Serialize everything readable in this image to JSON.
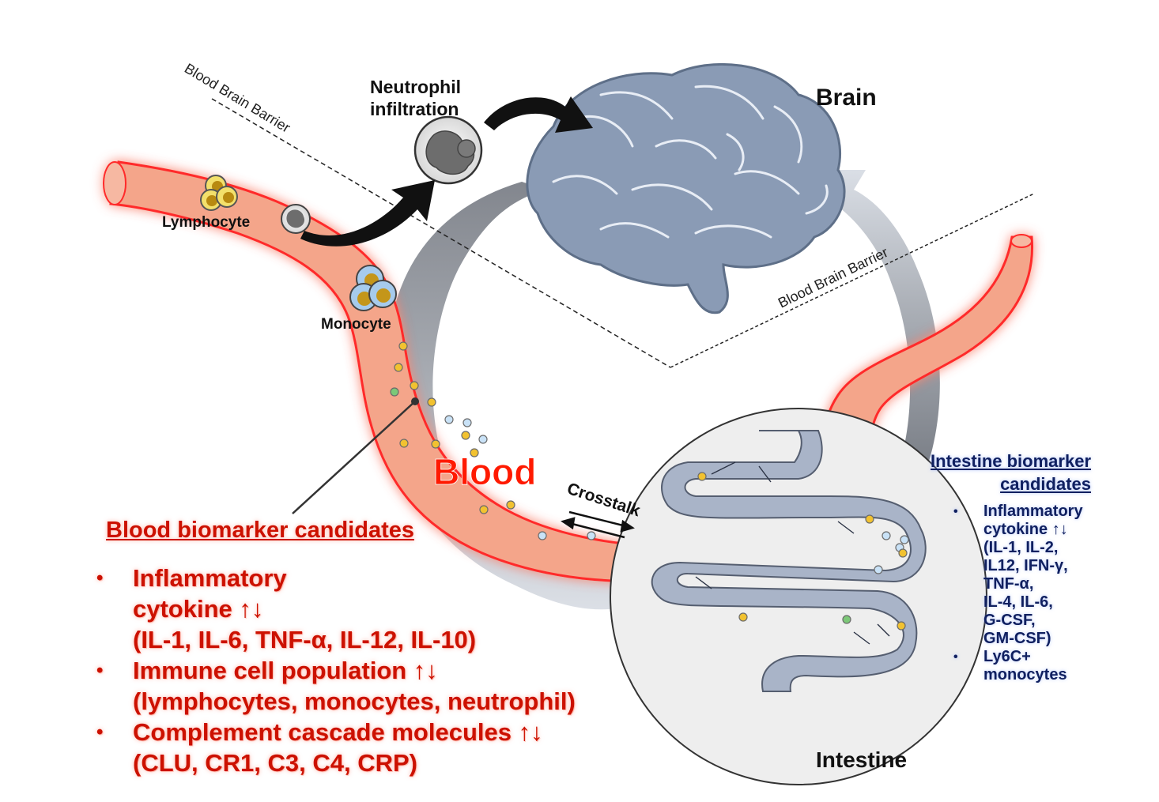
{
  "labels": {
    "bbb_top": "Blood Brain Barrier",
    "bbb_right": "Blood Brain Barrier",
    "neutrophil_line1": "Neutrophil",
    "neutrophil_line2": "infiltration",
    "brain": "Brain",
    "lymphocyte": "Lymphocyte",
    "monocyte": "Monocyte",
    "blood": "Blood",
    "crosstalk": "Crosstalk",
    "intestine": "Intestine"
  },
  "blood_biomarkers": {
    "heading": "Blood biomarker candidates",
    "items": [
      {
        "bullet": "•",
        "lines": [
          "Inflammatory",
          "cytokine ↑↓",
          "(IL-1, IL-6, TNF-α, IL-12, IL-10)"
        ]
      },
      {
        "bullet": "•",
        "lines": [
          "Immune cell population ↑↓",
          "(lymphocytes, monocytes, neutrophil)"
        ]
      },
      {
        "bullet": "•",
        "lines": [
          "Complement cascade molecules ↑↓",
          "(CLU, CR1, C3, C4, CRP)"
        ]
      }
    ]
  },
  "intestine_biomarkers": {
    "heading_line1": "Intestine biomarker",
    "heading_line2": "candidates",
    "items": [
      {
        "bullet": "•",
        "lines": [
          "Inflammatory",
          "cytokine ↑↓",
          "(IL-1, IL-2,",
          "IL12, IFN-γ,",
          "TNF-α,",
          "IL-4, IL-6,",
          "G-CSF,",
          "GM-CSF)"
        ]
      },
      {
        "bullet": "•",
        "lines": [
          "Ly6C+",
          "monocytes"
        ]
      }
    ]
  },
  "colors": {
    "vessel_fill": "#f4a58a",
    "vessel_glow": "#ff2a2a",
    "brain_fill": "#8a9bb5",
    "intestine_fill": "#a9b4c8",
    "blood_text": "#ff1a00",
    "list_red": "#cc1100",
    "list_blue": "#102060",
    "cytokine_yellow": "#f2c230",
    "cytokine_blue": "#c9e2f7",
    "cytokine_green": "#7cc878"
  }
}
